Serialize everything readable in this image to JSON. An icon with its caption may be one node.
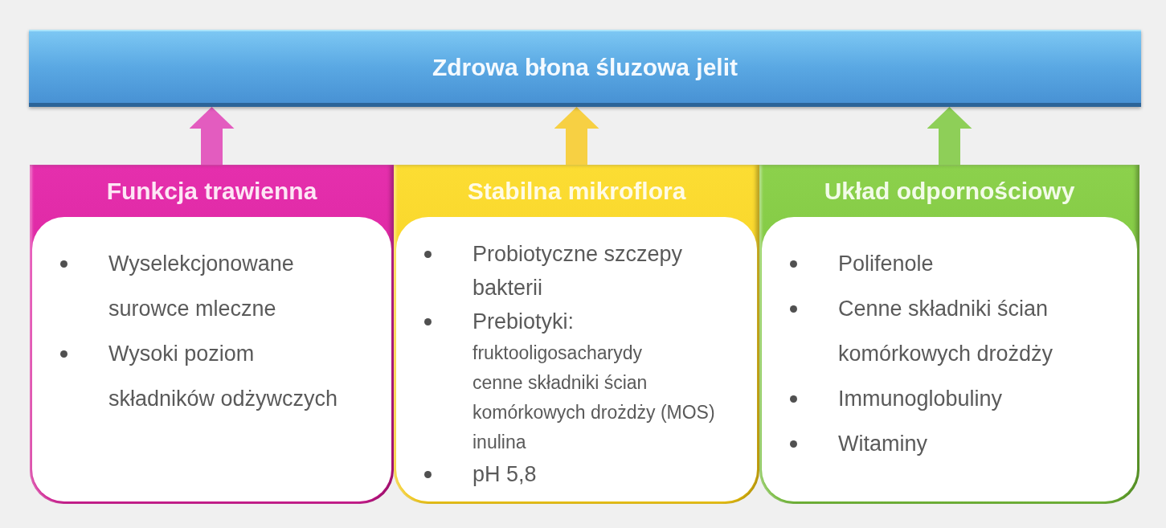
{
  "diagram": {
    "nodes": [
      {
        "text": [
          "Zdrowa błona śluzowa jelit"
        ]
      },
      {
        "text": [
          "Funkcja trawienna"
        ]
      },
      {
        "text": [
          "Wyselekcjonowane surowce mleczne",
          "Wysoki poziom składników odżywczych"
        ],
        "in": 1
      },
      {
        "text": [
          "Stabilna mikroflora"
        ]
      },
      {
        "text": [
          "Probiotyczne szczepy bakterii",
          "Prebiotyki:",
          "fruktooligosacharydy",
          "cenne składniki ścian komórkowych drożdży (MOS)",
          "inulina",
          "pH 5,8"
        ],
        "in": 3
      },
      {
        "text": [
          "Układ odpornościowy"
        ]
      },
      {
        "text": [
          "Polifenole",
          "Cenne składniki ścian komórkowych drożdży",
          "Immunoglobuliny",
          "Witaminy"
        ],
        "in": 5
      }
    ],
    "edges": [
      {
        "from": 1,
        "to": 0,
        "arrow": "to",
        "color": "#e35cbf"
      },
      {
        "from": 3,
        "to": 0,
        "arrow": "to",
        "color": "#f7d043"
      },
      {
        "from": 5,
        "to": 0,
        "arrow": "to",
        "color": "#8ecf58"
      }
    ]
  }
}
